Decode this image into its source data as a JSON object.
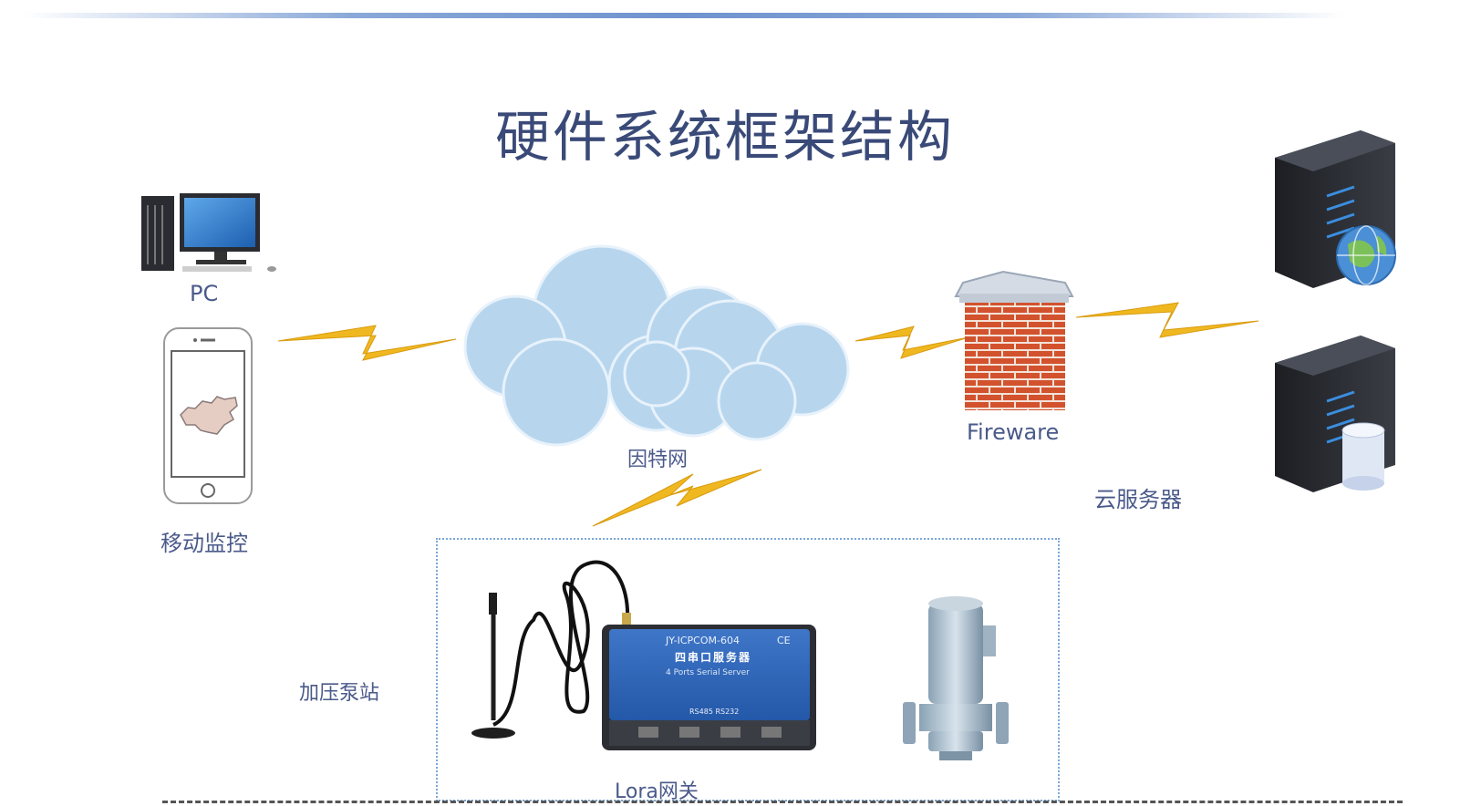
{
  "title": "硬件系统框架结构",
  "labels": {
    "pc": "PC",
    "mobile": "移动监控",
    "internet": "因特网",
    "firewall": "Fireware",
    "cloud_server": "云服务器",
    "pump_station": "加压泵站",
    "lora_gateway": "Lora网关"
  },
  "device": {
    "model": "JY-ICPCOM-604",
    "name": "四串口服务器",
    "subtitle": "4 Ports Serial Server",
    "ce": "CE",
    "ports": "RS485 RS232"
  },
  "colors": {
    "title": "#3a4a78",
    "label": "#4a5a8a",
    "lightning": "#f0b820",
    "cloud": "#b7d6ee",
    "brick": "#d2522e",
    "server": "#2b2d33",
    "box_border": "#7aa6d8"
  }
}
